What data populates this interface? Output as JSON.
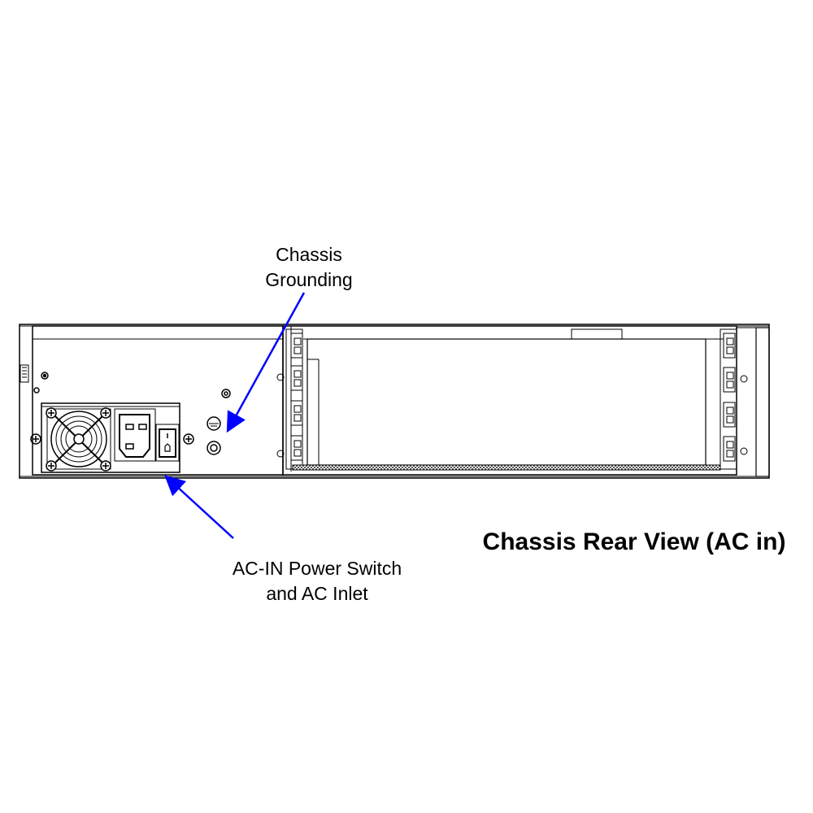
{
  "labels": {
    "grounding_line1": "Chassis",
    "grounding_line2": "Grounding",
    "power_line1": "AC-IN Power Switch",
    "power_line2": "and AC Inlet"
  },
  "title": "Chassis Rear View (AC in)",
  "colors": {
    "line": "#000000",
    "arrow": "#0000ff",
    "background": "#ffffff"
  }
}
